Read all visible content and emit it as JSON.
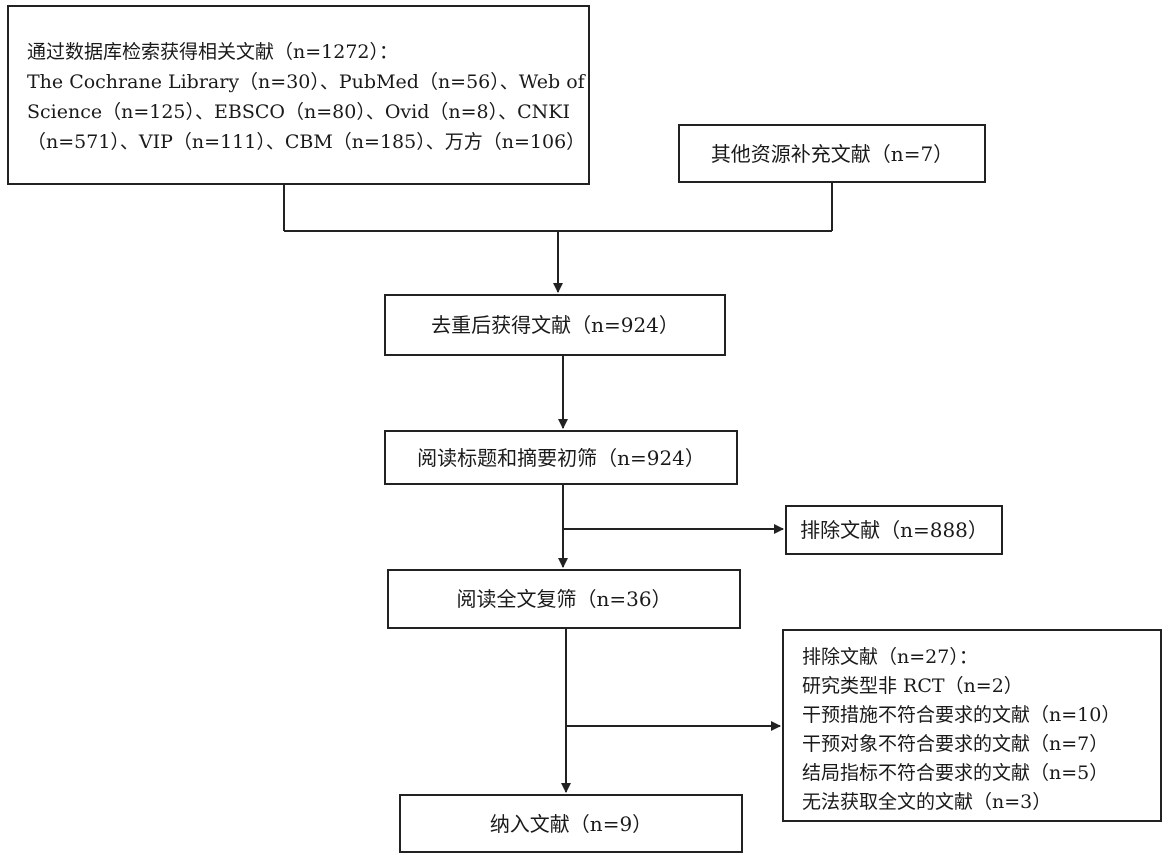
{
  "boxes": {
    "database_search": {
      "lines": [
        "通过数据库检索获得相关文献（n=1272）：",
        "The Cochrane Library（n=30）、PubMed（n=56）、Web of",
        "Science（n=125）、EBSCO（n=80）、Ovid（n=8）、CNKI",
        "（n=571）、VIP（n=111）、CBM（n=185）、万方（n=106）"
      ]
    },
    "other_sources": {
      "text": "其他资源补充文献（n=7）"
    },
    "after_dedup": {
      "text": "去重后获得文献（n=924）"
    },
    "title_abstract_screen": {
      "text": "阅读标题和摘要初筛（n=924）"
    },
    "excluded_first": {
      "text": "排除文献（n=888）"
    },
    "fulltext_screen": {
      "text": "阅读全文复筛（n=36）"
    },
    "excluded_second": {
      "lines": [
        "排除文献（n=27）：",
        "研究类型非 RCT（n=2）",
        "干预措施不符合要求的文献（n=10）",
        "干预对象不符合要求的文献（n=7）",
        "结局指标不符合要求的文献（n=5）",
        "无法获取全文的文献（n=3）"
      ]
    },
    "included": {
      "text": "纳入文献（n=9）"
    }
  }
}
